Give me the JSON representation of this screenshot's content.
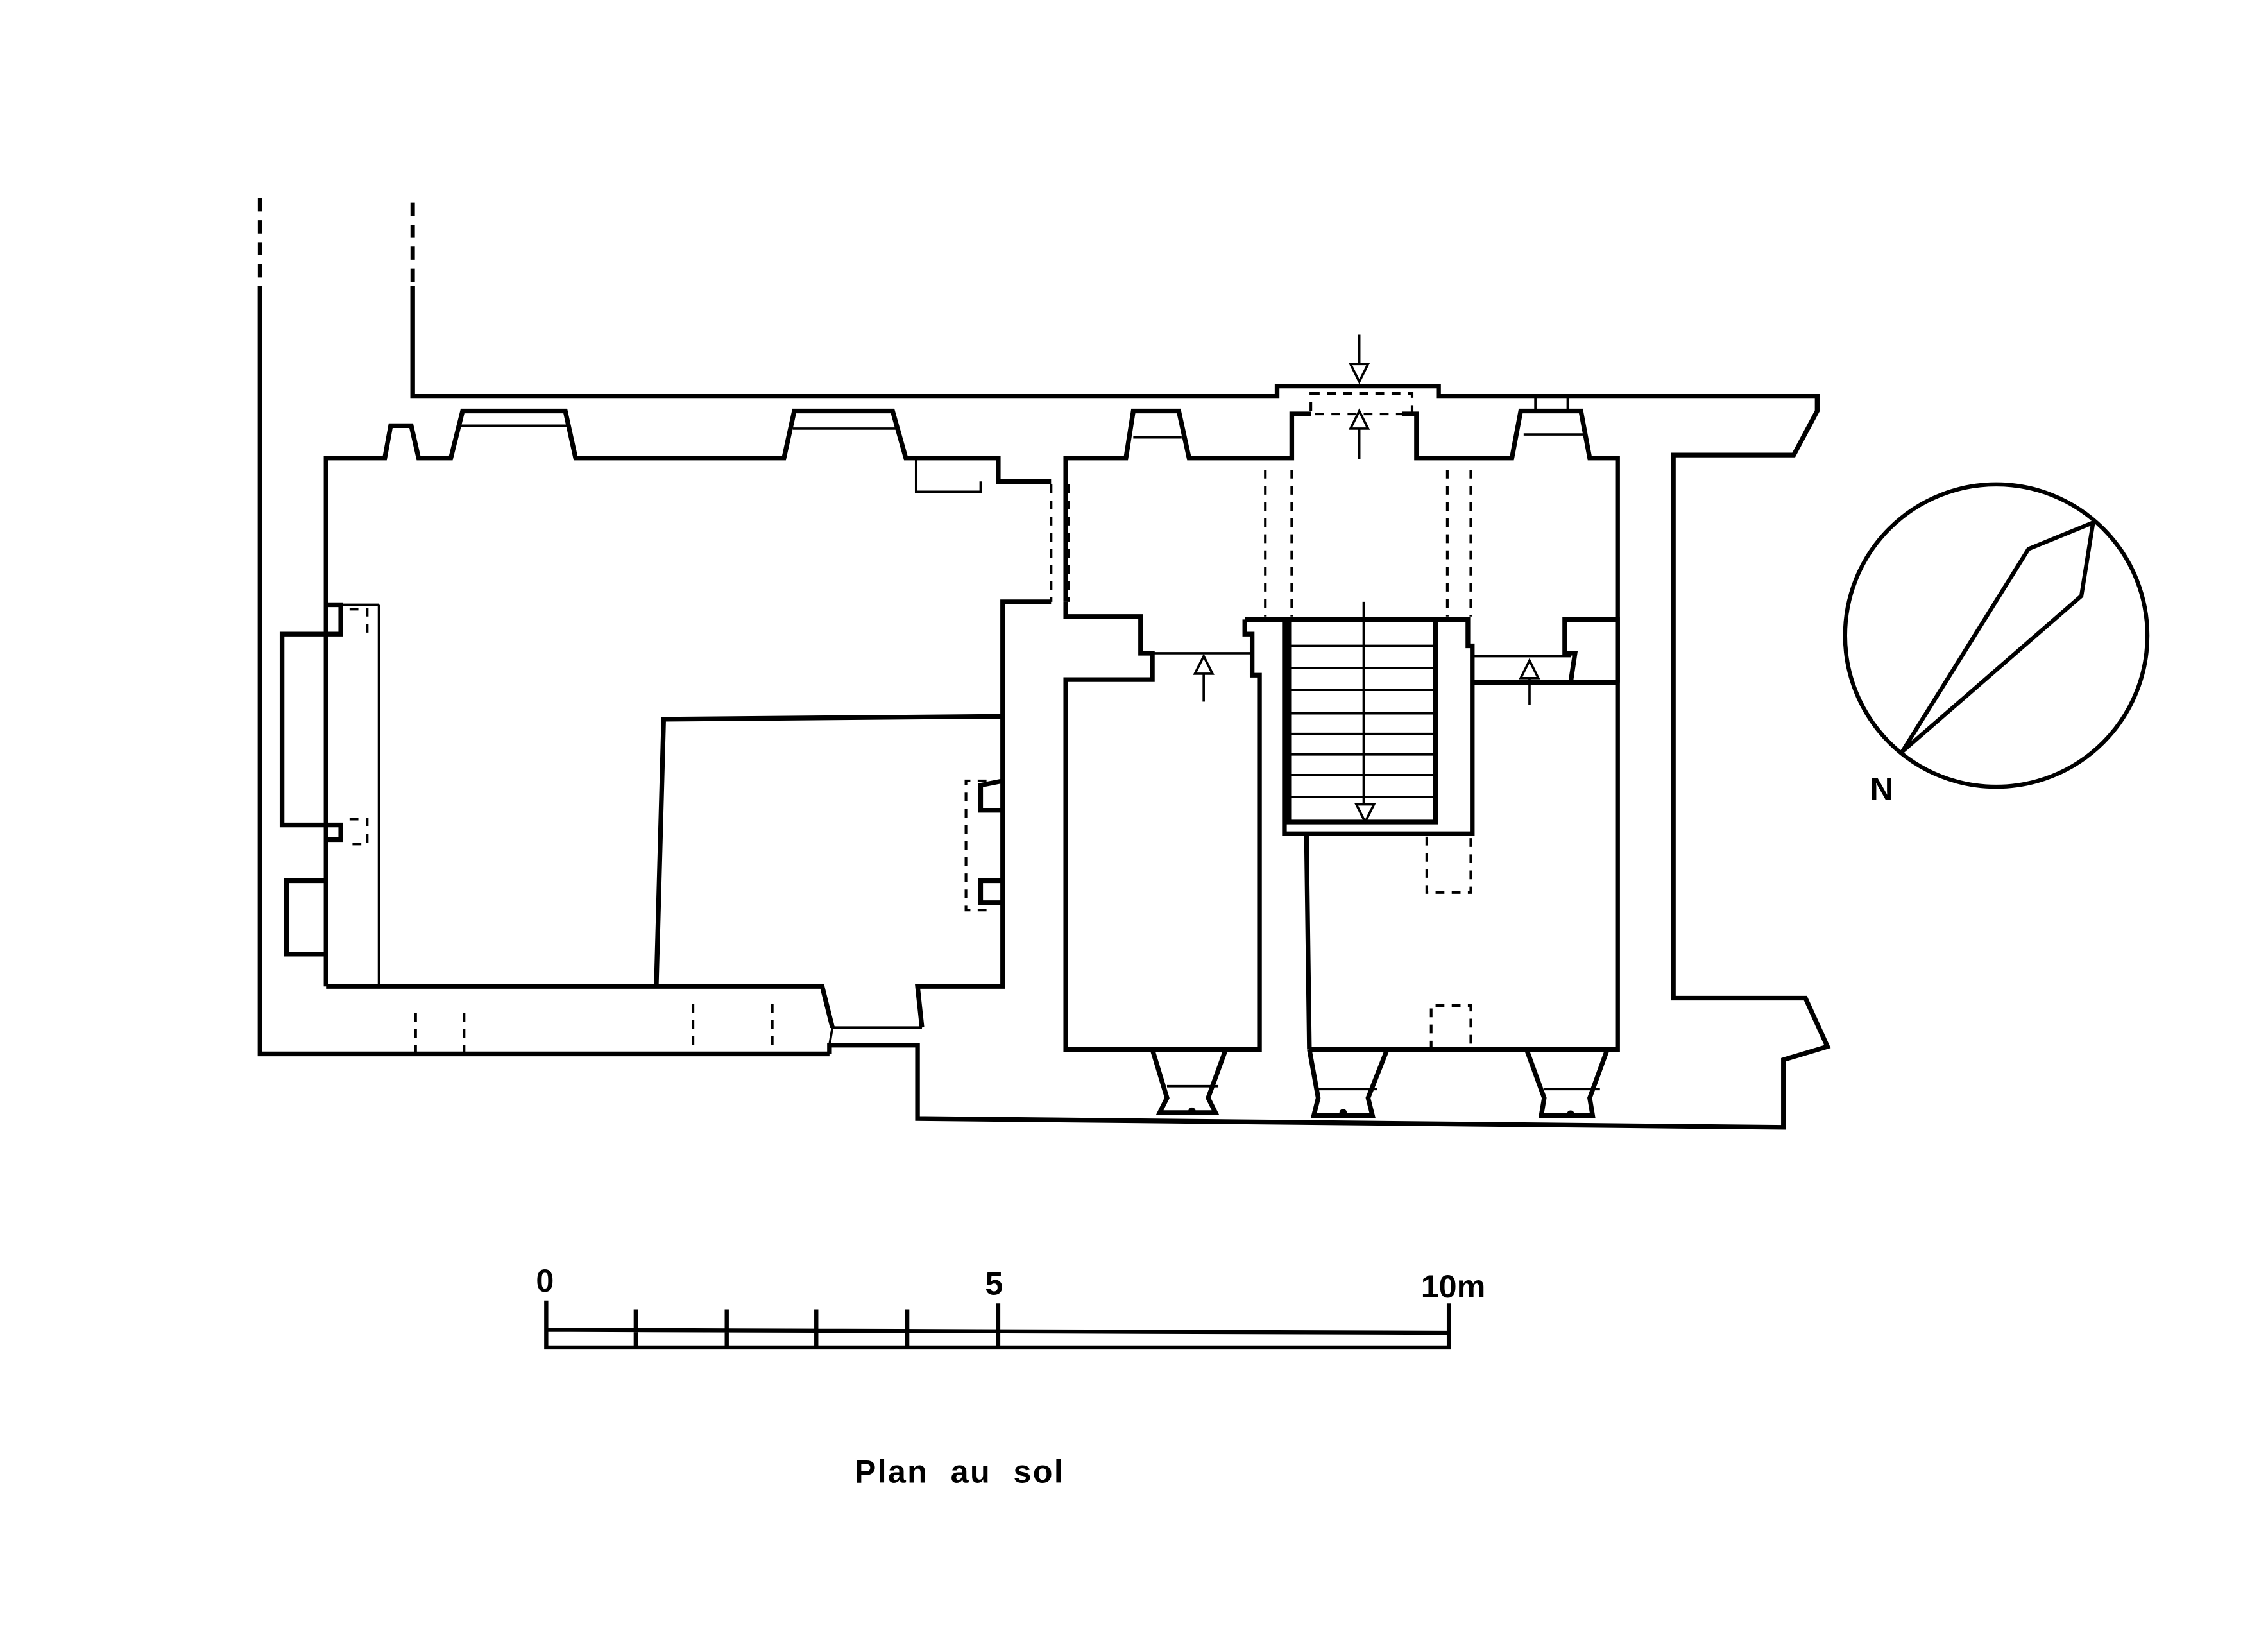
{
  "title": "Plan au sol",
  "scale_bar": {
    "labels": [
      "0",
      "5",
      "10m"
    ],
    "unit": "m",
    "length": 10,
    "subdivisions": 5
  },
  "north_arrow": {
    "label": "N"
  },
  "colors": {
    "ink": "#000000",
    "paper": "#ffffff"
  }
}
